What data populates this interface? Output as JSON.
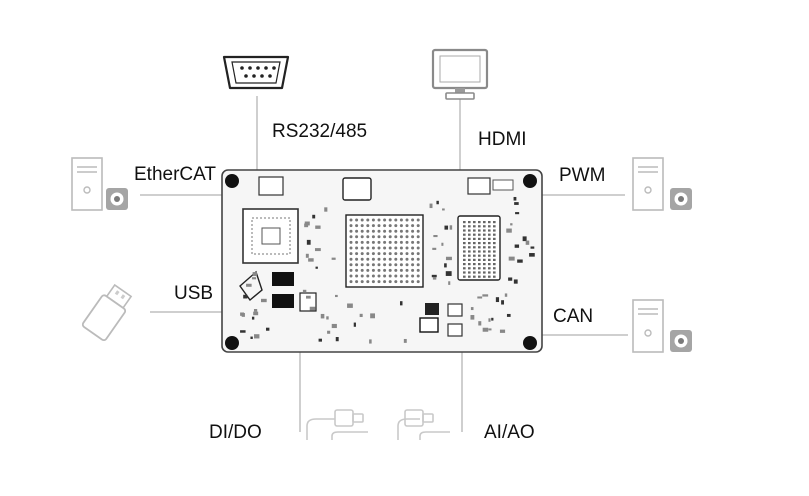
{
  "labels": {
    "rs232": "RS232/485",
    "hdmi": "HDMI",
    "ethercat": "EtherCAT",
    "pwm": "PWM",
    "usb": "USB",
    "can": "CAN",
    "dido": "DI/DO",
    "aiao": "AI/AO"
  },
  "icons": [
    "db9-serial-connector-icon",
    "monitor-icon",
    "desktop-computer-icon",
    "usb-drive-icon",
    "usb-cable-plug-icon"
  ],
  "colors": {
    "board": "#f6f6f6",
    "board_edge": "#444444",
    "line": "#cfcfcf",
    "icon": "#b9b9b9",
    "text": "#111111"
  }
}
